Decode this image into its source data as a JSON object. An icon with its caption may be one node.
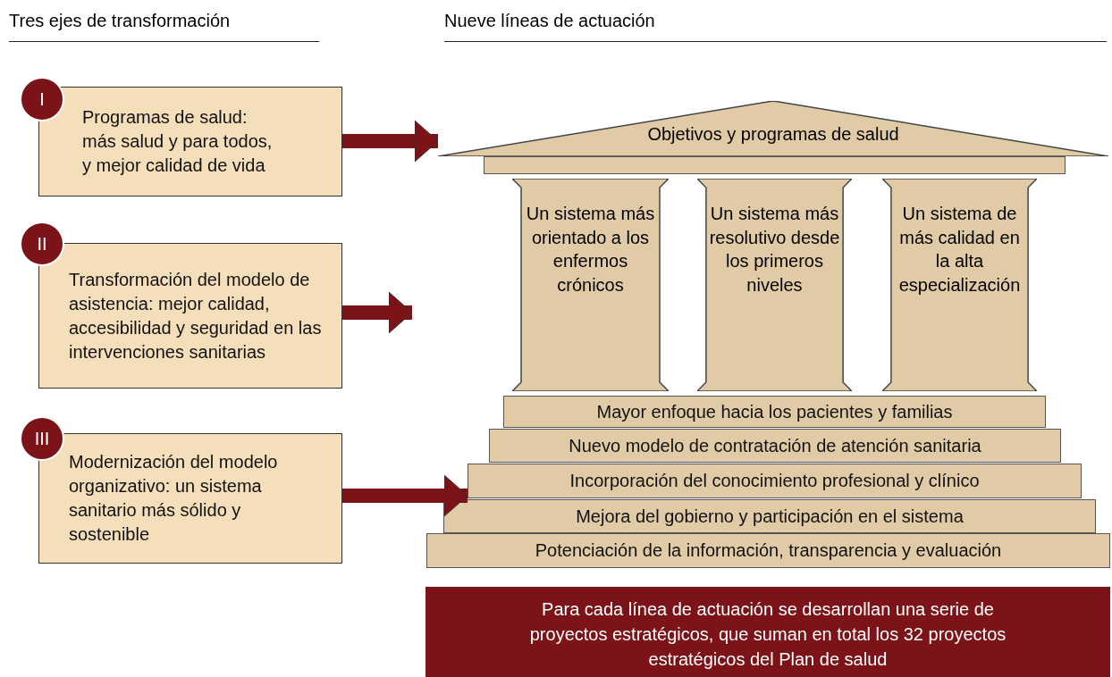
{
  "diagram": {
    "nodes": [
      {
        "text": [
          "I"
        ]
      },
      {
        "text": [
          "Programas de salud: más salud y para todos, y mejor calidad de vida"
        ]
      },
      {
        "text": [
          "II"
        ]
      },
      {
        "text": [
          "Transformación del modelo de asistencia: mejor calidad, accesibilidad y seguridad en las intervenciones sanitarias"
        ]
      },
      {
        "text": [
          "III"
        ]
      },
      {
        "text": [
          "Modernización del modelo organizativo: un sistema sanitario más sólido y sostenible"
        ]
      },
      {
        "text": [
          "Objetivos y programas de salud"
        ]
      },
      {
        "text": [],
        "shape": "bar"
      },
      {
        "text": [
          "Un sistema más orientado a los enfermos crónicos"
        ]
      },
      {
        "text": [
          "Un sistema más resolutivo desde los primeros niveles"
        ]
      },
      {
        "text": [
          "Un sistema de más calidad en la alta especialización"
        ]
      },
      {
        "text": [
          "Mayor enfoque hacia los pacientes y familias"
        ]
      },
      {
        "text": [
          "Nuevo modelo de contratación de atención sanitaria"
        ]
      },
      {
        "text": [
          "Incorporación del conocimiento profesional y clínico"
        ]
      },
      {
        "text": [
          "Mejora del gobierno y participación en el sistema"
        ]
      },
      {
        "text": [
          "Potenciación de la información, transparencia y evaluación"
        ]
      },
      {
        "text": [
          "Para cada línea de actuación se desarrollan una serie de proyectos estratégicos, que suman en total los 32 proyectos estratégicos del Plan de salud"
        ]
      }
    ],
    "edges": [
      {
        "from": 1,
        "to": 6,
        "arrow": "to"
      },
      {
        "from": 3,
        "to": null,
        "arrow": "to"
      },
      {
        "from": 5,
        "to": 13,
        "arrow": "to"
      }
    ],
    "labels": [
      "Tres ejes de transformación",
      "Nueve líneas de actuación"
    ]
  }
}
